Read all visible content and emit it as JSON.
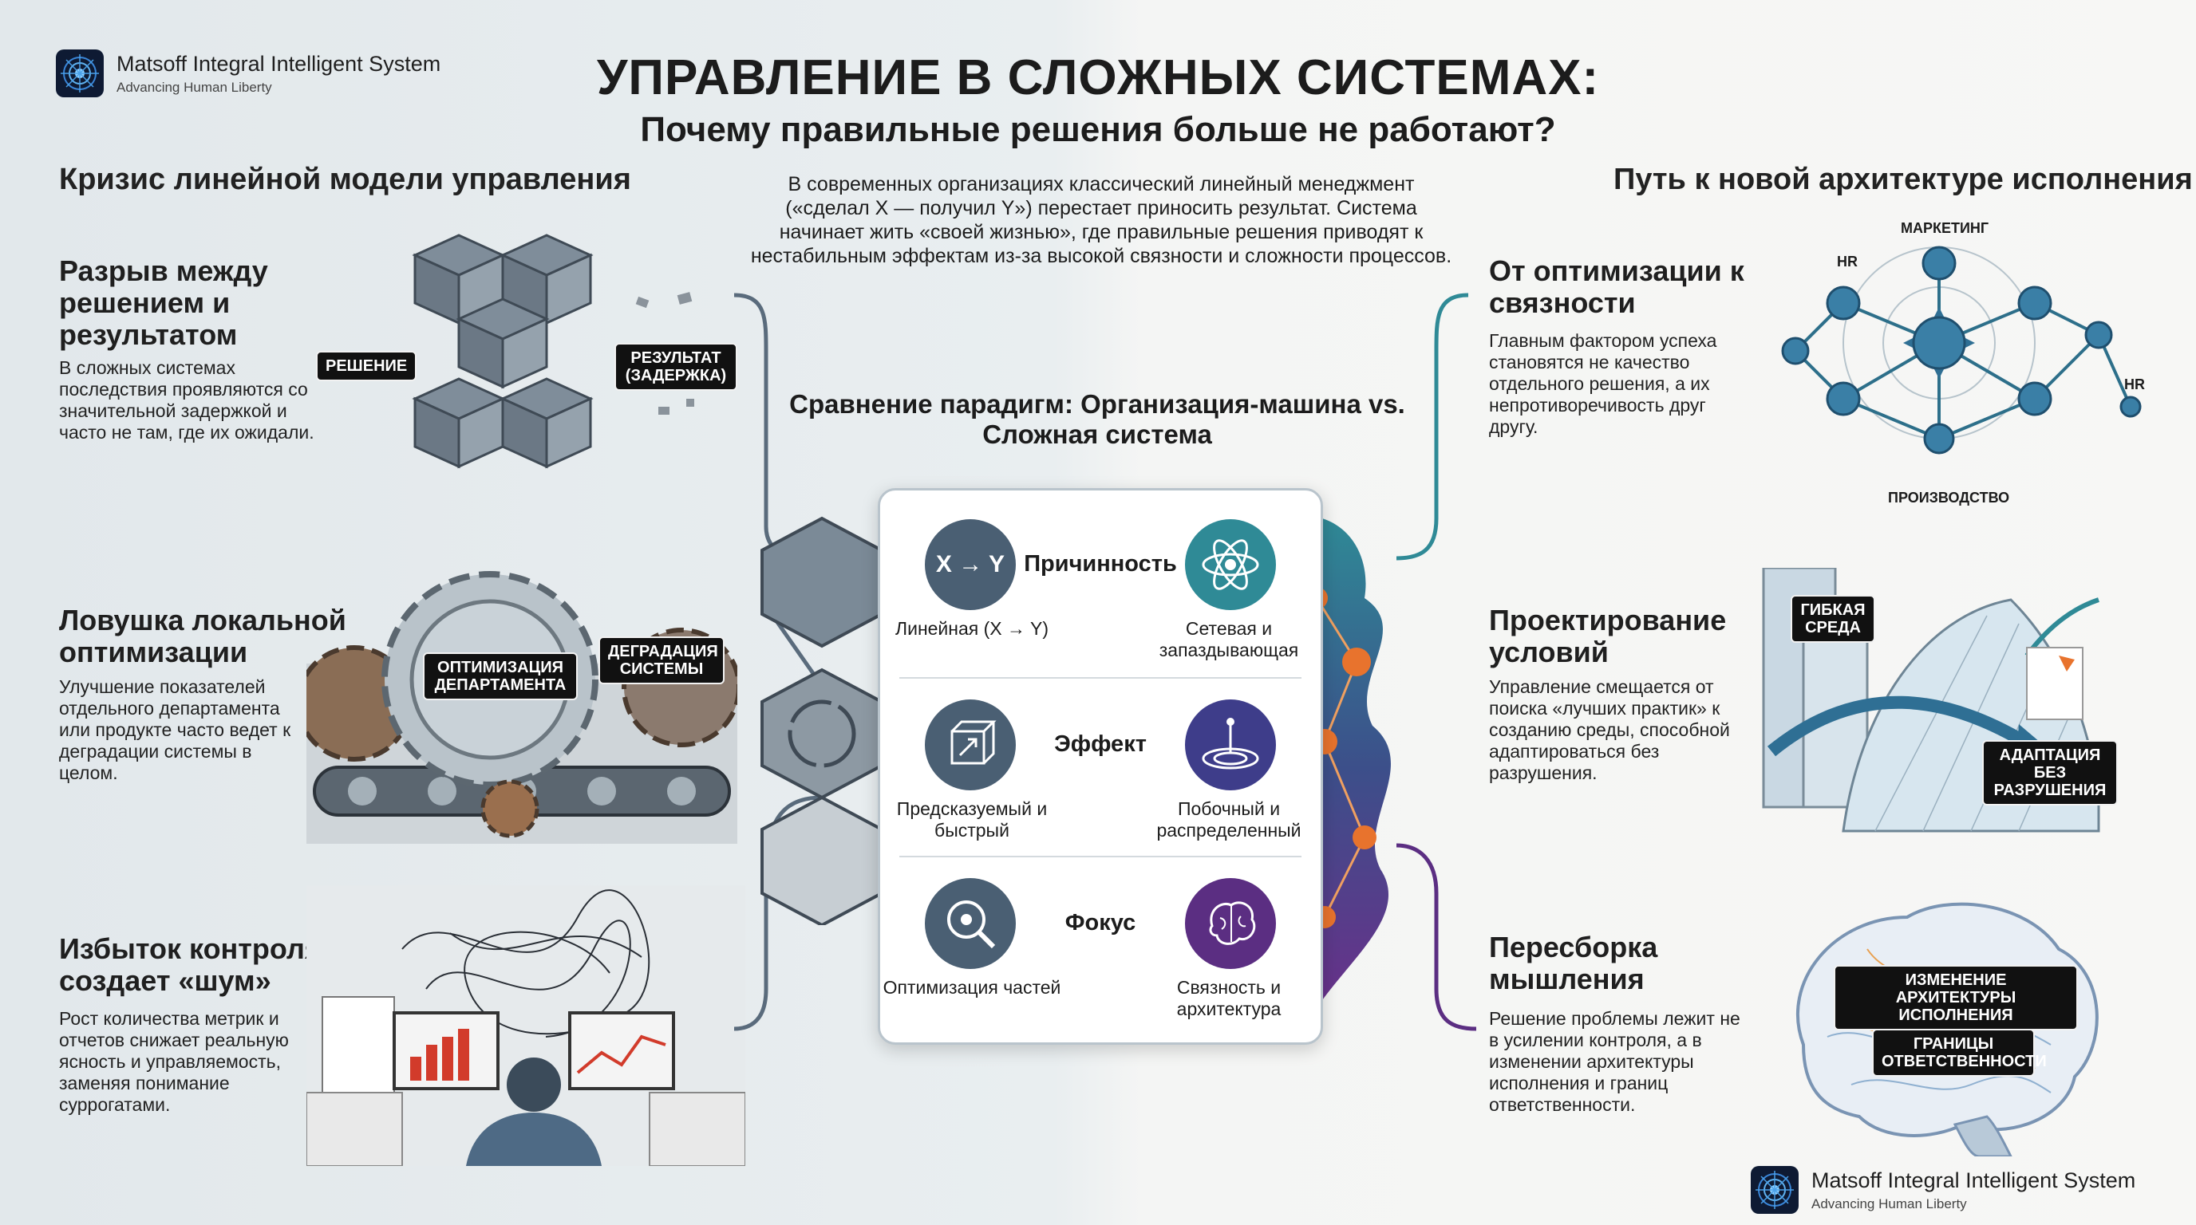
{
  "brand": {
    "name": "Matsoff Integral Intelligent System",
    "tagline": "Advancing Human Liberty"
  },
  "title": "УПРАВЛЕНИЕ В СЛОЖНЫХ СИСТЕМАХ:",
  "subtitle": "Почему правильные решения больше не работают?",
  "intro": "В современных организациях классический линейный менеджмент («сделал X — получил Y») перестает приносить результат. Система начинает жить «своей жизнью», где правильные решения приводят к нестабильным эффектам из-за высокой связности и сложности процессов.",
  "left": {
    "heading": "Кризис линейной модели управления",
    "blocks": [
      {
        "title": "Разрыв между решением и результатом",
        "text": "В сложных системах последствия проявляются со значительной задержкой и часто не там, где их ожидали.",
        "tags": [
          "РЕШЕНИЕ",
          "РЕЗУЛЬТАТ (ЗАДЕРЖКА)"
        ]
      },
      {
        "title": "Ловушка локальной оптимизации",
        "text": "Улучшение показателей отдельного департамента или продукте часто ведет к деградации системы в целом.",
        "tags": [
          "ОПТИМИЗАЦИЯ ДЕПАРТАМЕНТА",
          "ДЕГРАДАЦИЯ СИСТЕМЫ"
        ]
      },
      {
        "title": "Избыток контроля создает «шум»",
        "text": "Рост количества метрик и отчетов снижает реальную ясность и управляемость, заменяя понимание суррогатами."
      }
    ]
  },
  "compare": {
    "heading": "Сравнение парадигм: Организация-машина vs. Сложная система",
    "rows": [
      {
        "label": "Причинность",
        "left": "Линейная (X → Y)",
        "right": "Сетевая и запаздывающая",
        "left_icon": "x-to-y-icon",
        "right_icon": "atom-icon"
      },
      {
        "label": "Эффект",
        "left": "Предсказуемый и быстрый",
        "right": "Побочный и распределенный",
        "left_icon": "cube-arrow-icon",
        "right_icon": "ripple-icon"
      },
      {
        "label": "Фокус",
        "left": "Оптимизация частей",
        "right": "Связность и архитектура",
        "left_icon": "magnifier-icon",
        "right_icon": "brain-icon"
      }
    ],
    "xy_label": "X → Y"
  },
  "right": {
    "heading": "Путь к новой архитектуре исполнения",
    "blocks": [
      {
        "title": "От оптимизации к связности",
        "text": "Главным фактором успеха становятся не качество отдельного решения, а их непротиворечивость друг другу.",
        "labels": [
          "МАРКЕТИНГ",
          "HR",
          "HR",
          "ПРОИЗВОДСТВО"
        ]
      },
      {
        "title": "Проектирование условий",
        "text": "Управление смещается от поиска «лучших практик» к созданию среды, способной адаптироваться без разрушения.",
        "tags": [
          "ГИБКАЯ СРЕДА",
          "АДАПТАЦИЯ БЕЗ РАЗРУШЕНИЯ"
        ]
      },
      {
        "title": "Пересборка мышления",
        "text": "Решение проблемы лежит не в усилении контроля, а в изменении архитектуры исполнения и границ ответственности.",
        "tags": [
          "ИЗМЕНЕНИЕ АРХИТЕКТУРЫ ИСПОЛНЕНИЯ",
          "ГРАНИЦЫ ОТВЕТСТВЕННОСТИ"
        ]
      }
    ]
  },
  "colors": {
    "teal": "#2f8a96",
    "navy": "#2d4f73",
    "slate": "#586e85",
    "purple": "#5b2e82",
    "orange": "#e8732d"
  }
}
